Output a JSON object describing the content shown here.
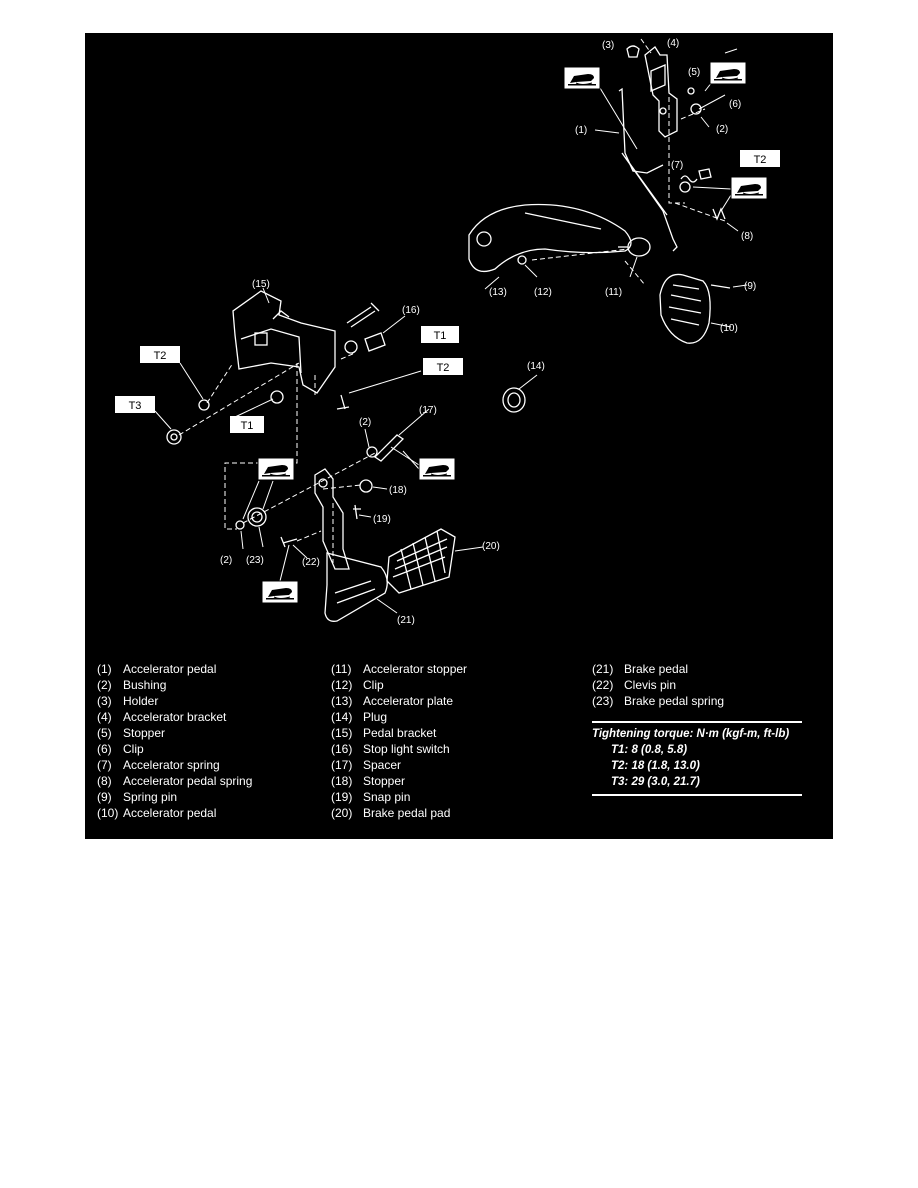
{
  "diagram": {
    "callouts": [
      "(3)",
      "(4)",
      "(5)",
      "(6)",
      "(2)",
      "(1)",
      "(7)",
      "(8)",
      "(13)",
      "(12)",
      "(11)",
      "(9)",
      "(10)",
      "(15)",
      "(16)",
      "(14)",
      "(17)",
      "(2)",
      "(18)",
      "(19)",
      "(2)",
      "(23)",
      "(22)",
      "(20)",
      "(21)"
    ],
    "torque_marks": {
      "t1": "T1",
      "t2": "T2",
      "t3": "T3"
    },
    "grease_icon": "grease-application-icon"
  },
  "legend": {
    "col1": [
      {
        "num": "(1)",
        "name": "Accelerator pedal"
      },
      {
        "num": "(2)",
        "name": "Bushing"
      },
      {
        "num": "(3)",
        "name": "Holder"
      },
      {
        "num": "(4)",
        "name": "Accelerator bracket"
      },
      {
        "num": "(5)",
        "name": "Stopper"
      },
      {
        "num": "(6)",
        "name": "Clip"
      },
      {
        "num": "(7)",
        "name": "Accelerator spring"
      },
      {
        "num": "(8)",
        "name": "Accelerator pedal spring"
      },
      {
        "num": "(9)",
        "name": "Spring pin"
      },
      {
        "num": "(10)",
        "name": "Accelerator pedal"
      }
    ],
    "col2": [
      {
        "num": "(11)",
        "name": "Accelerator stopper"
      },
      {
        "num": "(12)",
        "name": "Clip"
      },
      {
        "num": "(13)",
        "name": "Accelerator plate"
      },
      {
        "num": "(14)",
        "name": "Plug"
      },
      {
        "num": "(15)",
        "name": "Pedal bracket"
      },
      {
        "num": "(16)",
        "name": "Stop light switch"
      },
      {
        "num": "(17)",
        "name": "Spacer"
      },
      {
        "num": "(18)",
        "name": "Stopper"
      },
      {
        "num": "(19)",
        "name": "Snap pin"
      },
      {
        "num": "(20)",
        "name": "Brake pedal pad"
      }
    ],
    "col3": [
      {
        "num": "(21)",
        "name": "Brake pedal"
      },
      {
        "num": "(22)",
        "name": "Clevis pin"
      },
      {
        "num": "(23)",
        "name": "Brake pedal spring"
      }
    ]
  },
  "torque": {
    "title": "Tightening torque: N·m (kgf-m, ft-lb)",
    "items": [
      "T1: 8 (0.8, 5.8)",
      "T2: 18 (1.8, 13.0)",
      "T3: 29 (3.0, 21.7)"
    ]
  }
}
